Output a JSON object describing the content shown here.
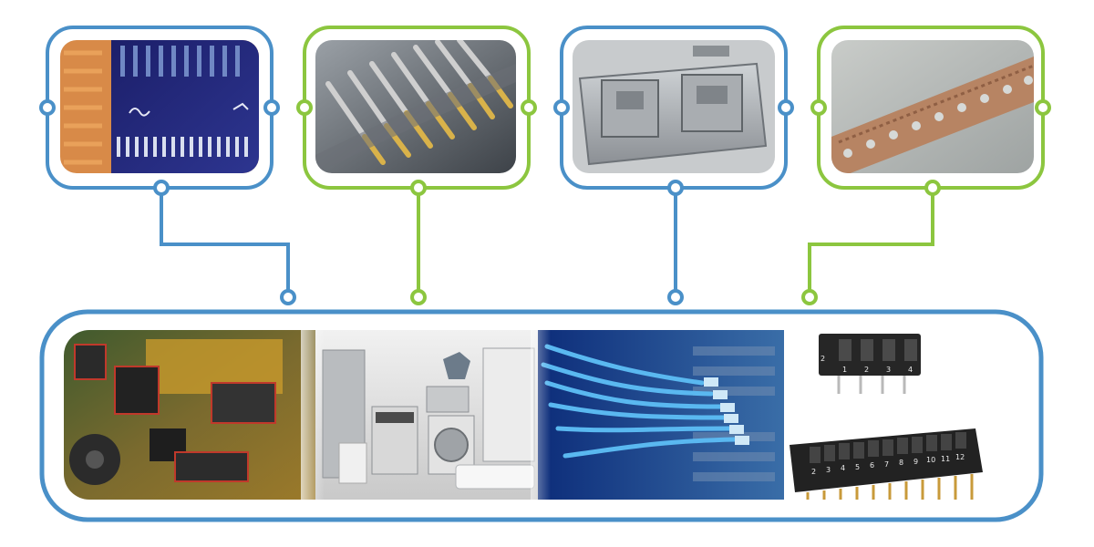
{
  "colors": {
    "blue": "#4a90c8",
    "green": "#8cc63f",
    "background": "#ffffff"
  },
  "top_images": [
    {
      "name": "ic-leadframe-image",
      "frame_color": "blue",
      "subject": "copper leadframe over blue integrated circuit"
    },
    {
      "name": "gold-pin-terminals-image",
      "frame_color": "green",
      "subject": "gold plated pin terminals"
    },
    {
      "name": "metal-shield-housing-image",
      "frame_color": "blue",
      "subject": "stamped metal shielding housing"
    },
    {
      "name": "copper-strip-image",
      "frame_color": "green",
      "subject": "perforated copper carrier strip"
    }
  ],
  "bottom_images": [
    {
      "name": "circuit-board-image",
      "subject": "circuit board with highlighted connectors"
    },
    {
      "name": "home-appliances-image",
      "subject": "household appliances"
    },
    {
      "name": "network-cables-image",
      "subject": "blue network cables in switch"
    },
    {
      "name": "dip-switches-image",
      "subject": "DIP switches",
      "labels": {
        "top_switch_number": "2",
        "top_numbers": [
          "1",
          "2",
          "3",
          "4"
        ],
        "bottom_numbers": [
          "2",
          "3",
          "4",
          "5",
          "6",
          "7",
          "8",
          "9",
          "10",
          "11",
          "12"
        ]
      }
    }
  ]
}
